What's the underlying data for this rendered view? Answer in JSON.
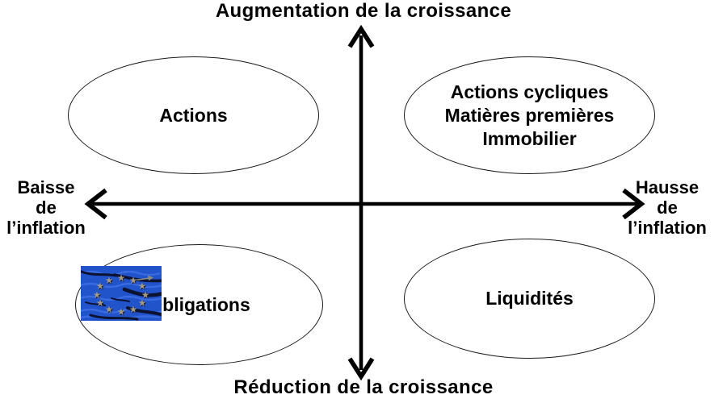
{
  "diagram": {
    "type": "quadrant-diagram",
    "axis_vertical": {
      "top_label": "Augmentation de la croissance",
      "bottom_label": "Réduction de la croissance"
    },
    "axis_horizontal": {
      "left_label_lines": [
        "Baisse",
        "de",
        "l’inflation"
      ],
      "right_label_lines": [
        "Hausse",
        "de",
        "l’inflation"
      ]
    },
    "quadrants": {
      "top_left": {
        "label": "Actions"
      },
      "top_right": {
        "lines": [
          "Actions cycliques",
          "Matières premières",
          "Immobilier"
        ]
      },
      "bottom_left": {
        "label": "Obligations"
      },
      "bottom_right": {
        "label": "Liquidités"
      }
    },
    "overlay_image": {
      "icon": "eu-flag-image",
      "description_colors": {
        "flag_blue": "#2153cb",
        "flag_wave_light": "#3c6de2",
        "flag_streak_dark": "#0b1232",
        "flag_star": "#a29a85",
        "flag_star_shadow": "#1a1a2e"
      }
    },
    "colors": {
      "background": "#ffffff",
      "axis": "#000000",
      "ellipse_border": "#1a1a1a",
      "text": "#000000"
    }
  }
}
